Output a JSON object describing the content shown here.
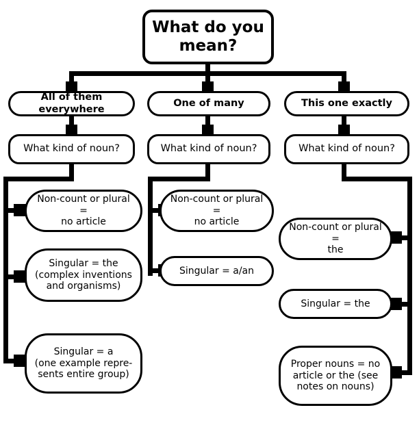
{
  "diagram": {
    "title_node": {
      "label": "What do you mean?"
    },
    "branches": [
      {
        "label": "All of them everywhere"
      },
      {
        "label": "One of many"
      },
      {
        "label": "This one exactly"
      }
    ],
    "questions": [
      {
        "label": "What kind of noun?"
      },
      {
        "label": "What kind of noun?"
      },
      {
        "label": "What kind of noun?"
      }
    ],
    "results": {
      "left": [
        {
          "label": "Non-count or plural =\nno article"
        },
        {
          "label": "Singular = the\n(complex inventions\nand organisms)"
        },
        {
          "label": "Singular = a\n(one example repre-\nsents entire group)"
        }
      ],
      "middle": [
        {
          "label": "Non-count or plural =\nno article"
        },
        {
          "label": "Singular = a/an"
        }
      ],
      "right": [
        {
          "label": "Non-count or plural =\nthe"
        },
        {
          "label": "Singular = the"
        },
        {
          "label": "Proper nouns = no\narticle or the (see\nnotes on nouns)"
        }
      ]
    },
    "colors": {
      "line": "#000000",
      "box_fill": "#ffffff",
      "text": "#000000"
    }
  }
}
